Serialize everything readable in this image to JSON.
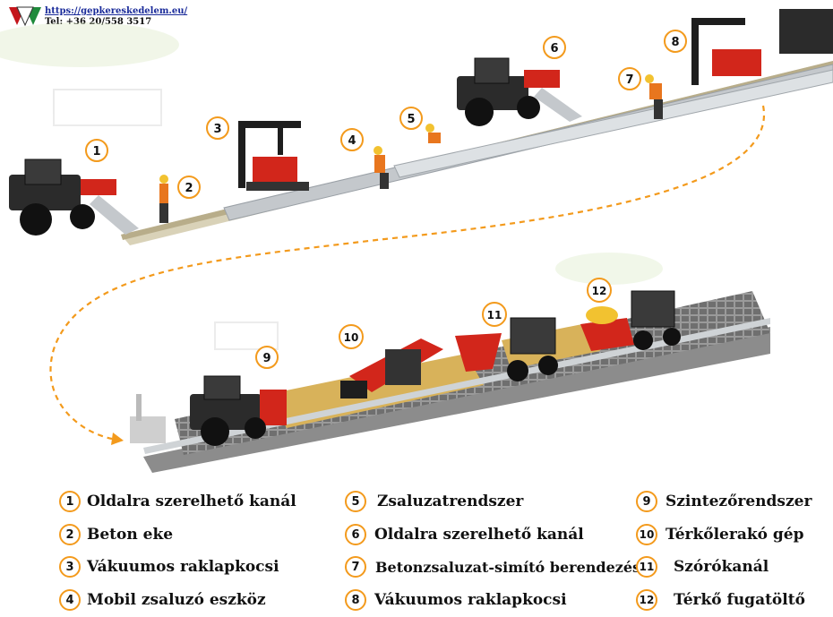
{
  "header": {
    "url": "https://gepkereskedelem.eu/",
    "tel": "Tel: +36 20/558 3517"
  },
  "colors": {
    "accent": "#f39a1c",
    "machine_red": "#d2261b",
    "machine_dark": "#2b2b2b",
    "worker_orange": "#e8761e",
    "rail": "#bfc4c9"
  },
  "diagram": {
    "steps": [
      {
        "n": "1"
      },
      {
        "n": "2"
      },
      {
        "n": "3"
      },
      {
        "n": "4"
      },
      {
        "n": "5"
      },
      {
        "n": "6"
      },
      {
        "n": "7"
      },
      {
        "n": "8"
      },
      {
        "n": "9"
      },
      {
        "n": "10"
      },
      {
        "n": "11"
      },
      {
        "n": "12"
      }
    ]
  },
  "legend": [
    {
      "n": "1",
      "label": "Oldalra szerelhető kanál"
    },
    {
      "n": "2",
      "label": "Beton eke"
    },
    {
      "n": "3",
      "label": "Vákuumos raklapkocsi"
    },
    {
      "n": "4",
      "label": "Mobil zsaluzó eszköz"
    },
    {
      "n": "5",
      "label": "Zsaluzatrendszer"
    },
    {
      "n": "6",
      "label": "Oldalra szerelhető kanál"
    },
    {
      "n": "7",
      "label": "Betonzsaluzat-simító berendezés"
    },
    {
      "n": "8",
      "label": "Vákuumos raklapkocsi"
    },
    {
      "n": "9",
      "label": "Szintezőrendszer"
    },
    {
      "n": "10",
      "label": "Térkőlerakó gép"
    },
    {
      "n": "11",
      "label": "Szórókanál"
    },
    {
      "n": "12",
      "label": "Térkő fugatöltő"
    }
  ]
}
